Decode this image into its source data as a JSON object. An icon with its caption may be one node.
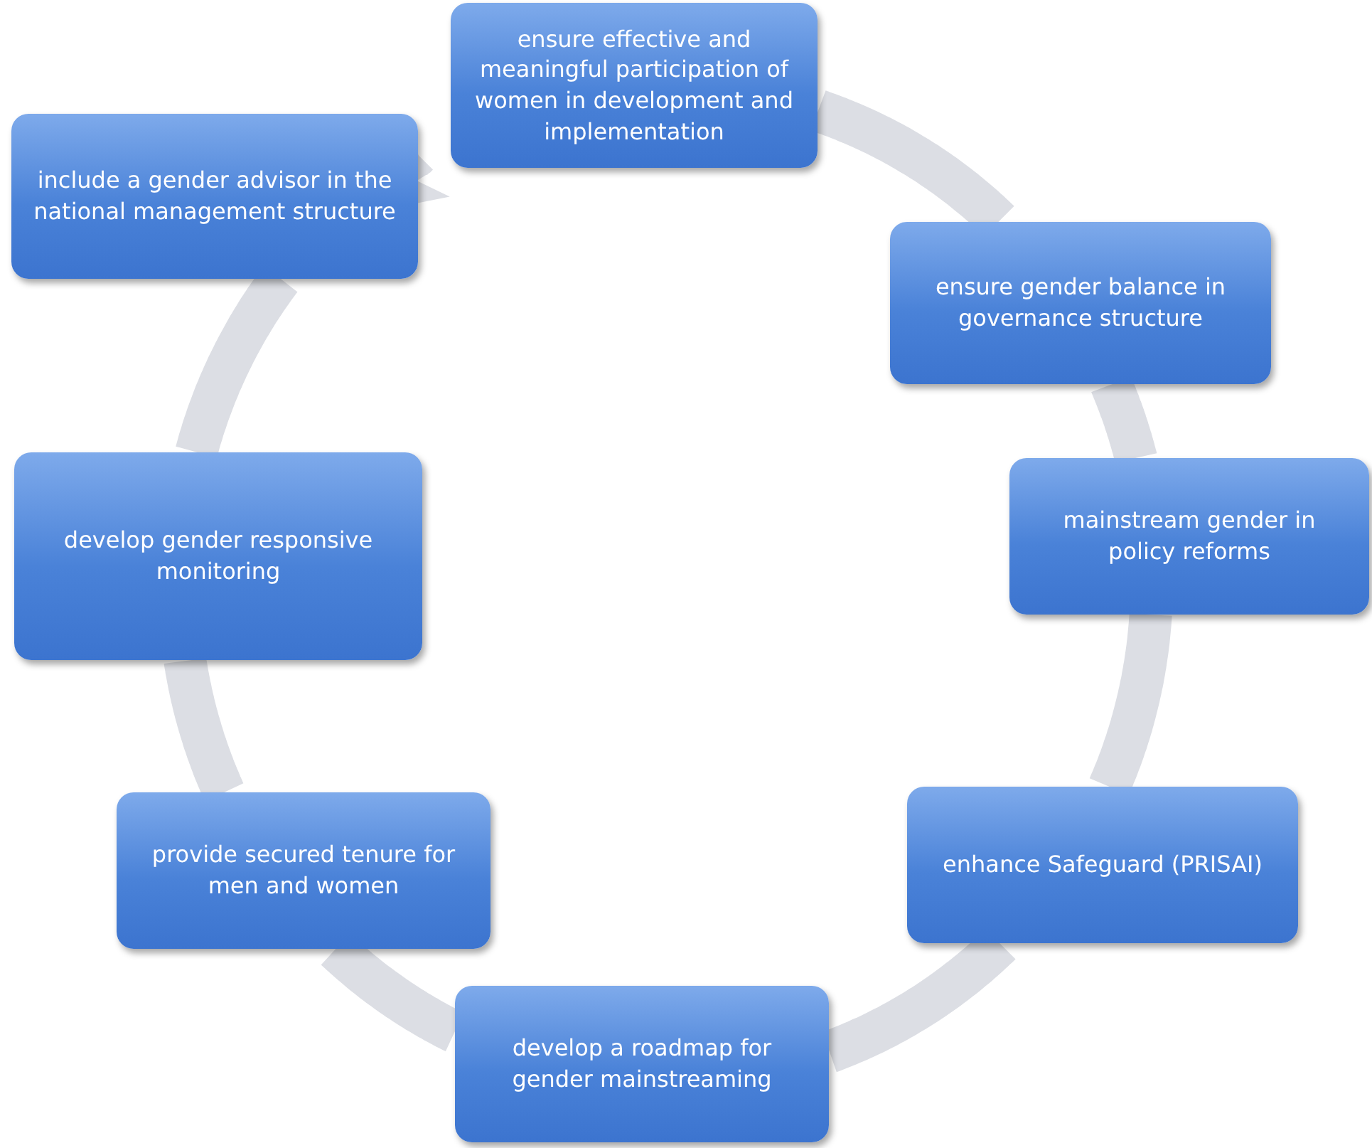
{
  "diagram": {
    "nodes": [
      {
        "text": [
          "ensure effective and meaningful participation of women in development and implementation"
        ]
      },
      {
        "text": [
          "ensure gender balance in governance structure"
        ]
      },
      {
        "text": [
          "mainstream gender in policy reforms"
        ]
      },
      {
        "text": [
          "enhance Safeguard (PRISAI)"
        ]
      },
      {
        "text": [
          "develop a roadmap for gender mainstreaming"
        ]
      },
      {
        "text": [
          "provide secured tenure for men and women"
        ]
      },
      {
        "text": [
          "develop gender responsive monitoring"
        ]
      },
      {
        "text": [
          "include a gender advisor in the national management structure"
        ]
      }
    ],
    "edges": [
      {
        "from": 0,
        "to": 1,
        "arrow": "none"
      },
      {
        "from": 1,
        "to": 2,
        "arrow": "none"
      },
      {
        "from": 2,
        "to": 3,
        "arrow": "none"
      },
      {
        "from": 3,
        "to": 4,
        "arrow": "none"
      },
      {
        "from": 4,
        "to": 5,
        "arrow": "none"
      },
      {
        "from": 5,
        "to": 6,
        "arrow": "none"
      },
      {
        "from": 6,
        "to": 7,
        "arrow": "none"
      },
      {
        "from": 7,
        "to": 0,
        "arrow": "to"
      }
    ]
  }
}
